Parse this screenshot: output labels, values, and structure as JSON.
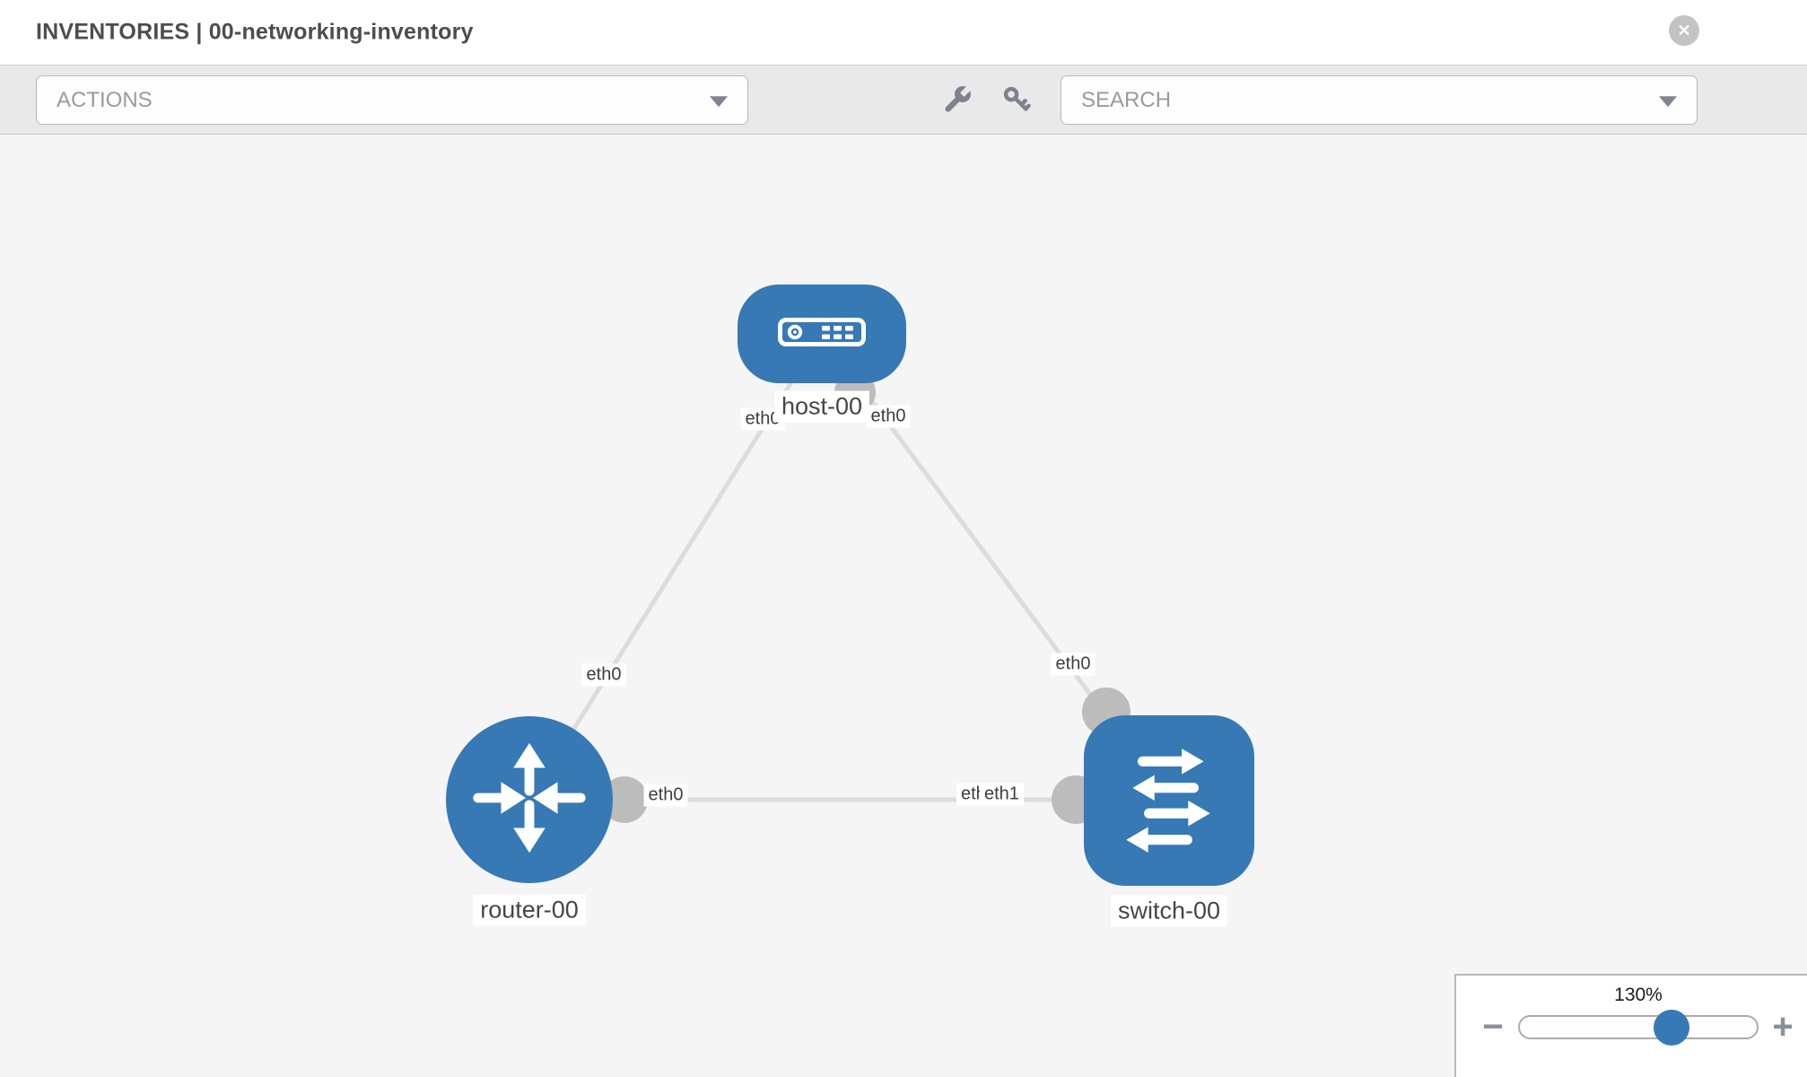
{
  "header": {
    "title": "INVENTORIES | 00-networking-inventory",
    "close_label": "✕"
  },
  "toolbar": {
    "actions_placeholder": "ACTIONS",
    "search_placeholder": "SEARCH",
    "tool_icons": [
      "wrench-icon",
      "key-icon"
    ]
  },
  "topology": {
    "nodes": [
      {
        "id": "host-00",
        "type": "host",
        "label": "host-00"
      },
      {
        "id": "router-00",
        "type": "router",
        "label": "router-00"
      },
      {
        "id": "switch-00",
        "type": "switch",
        "label": "switch-00"
      }
    ],
    "links": [
      {
        "source": "host-00",
        "source_interface": "eth0",
        "target": "router-00",
        "target_interface": "eth0"
      },
      {
        "source": "host-00",
        "source_interface": "eth0",
        "target": "switch-00",
        "target_interface": "eth0"
      },
      {
        "source": "router-00",
        "source_interface": "eth0",
        "target": "switch-00",
        "target_interface": "eth1"
      }
    ],
    "if_labels": {
      "host_left": "eth0",
      "host_right": "eth0",
      "router_uplink": "eth0",
      "switch_uplink": "eth0",
      "router_lan": "eth0",
      "switch_lan_back": "eth0",
      "switch_lan_front": "eth1"
    }
  },
  "zoom_control": {
    "level": "130%",
    "percent": 130,
    "minus_label": "−",
    "plus_label": "+"
  },
  "colors": {
    "node_blue": "#3679b5",
    "link_gray": "#dcdcdc",
    "connector_gray": "#bcbcbc",
    "canvas_bg": "#f5f5f5",
    "toolbar_bg": "#e9e9e9"
  }
}
